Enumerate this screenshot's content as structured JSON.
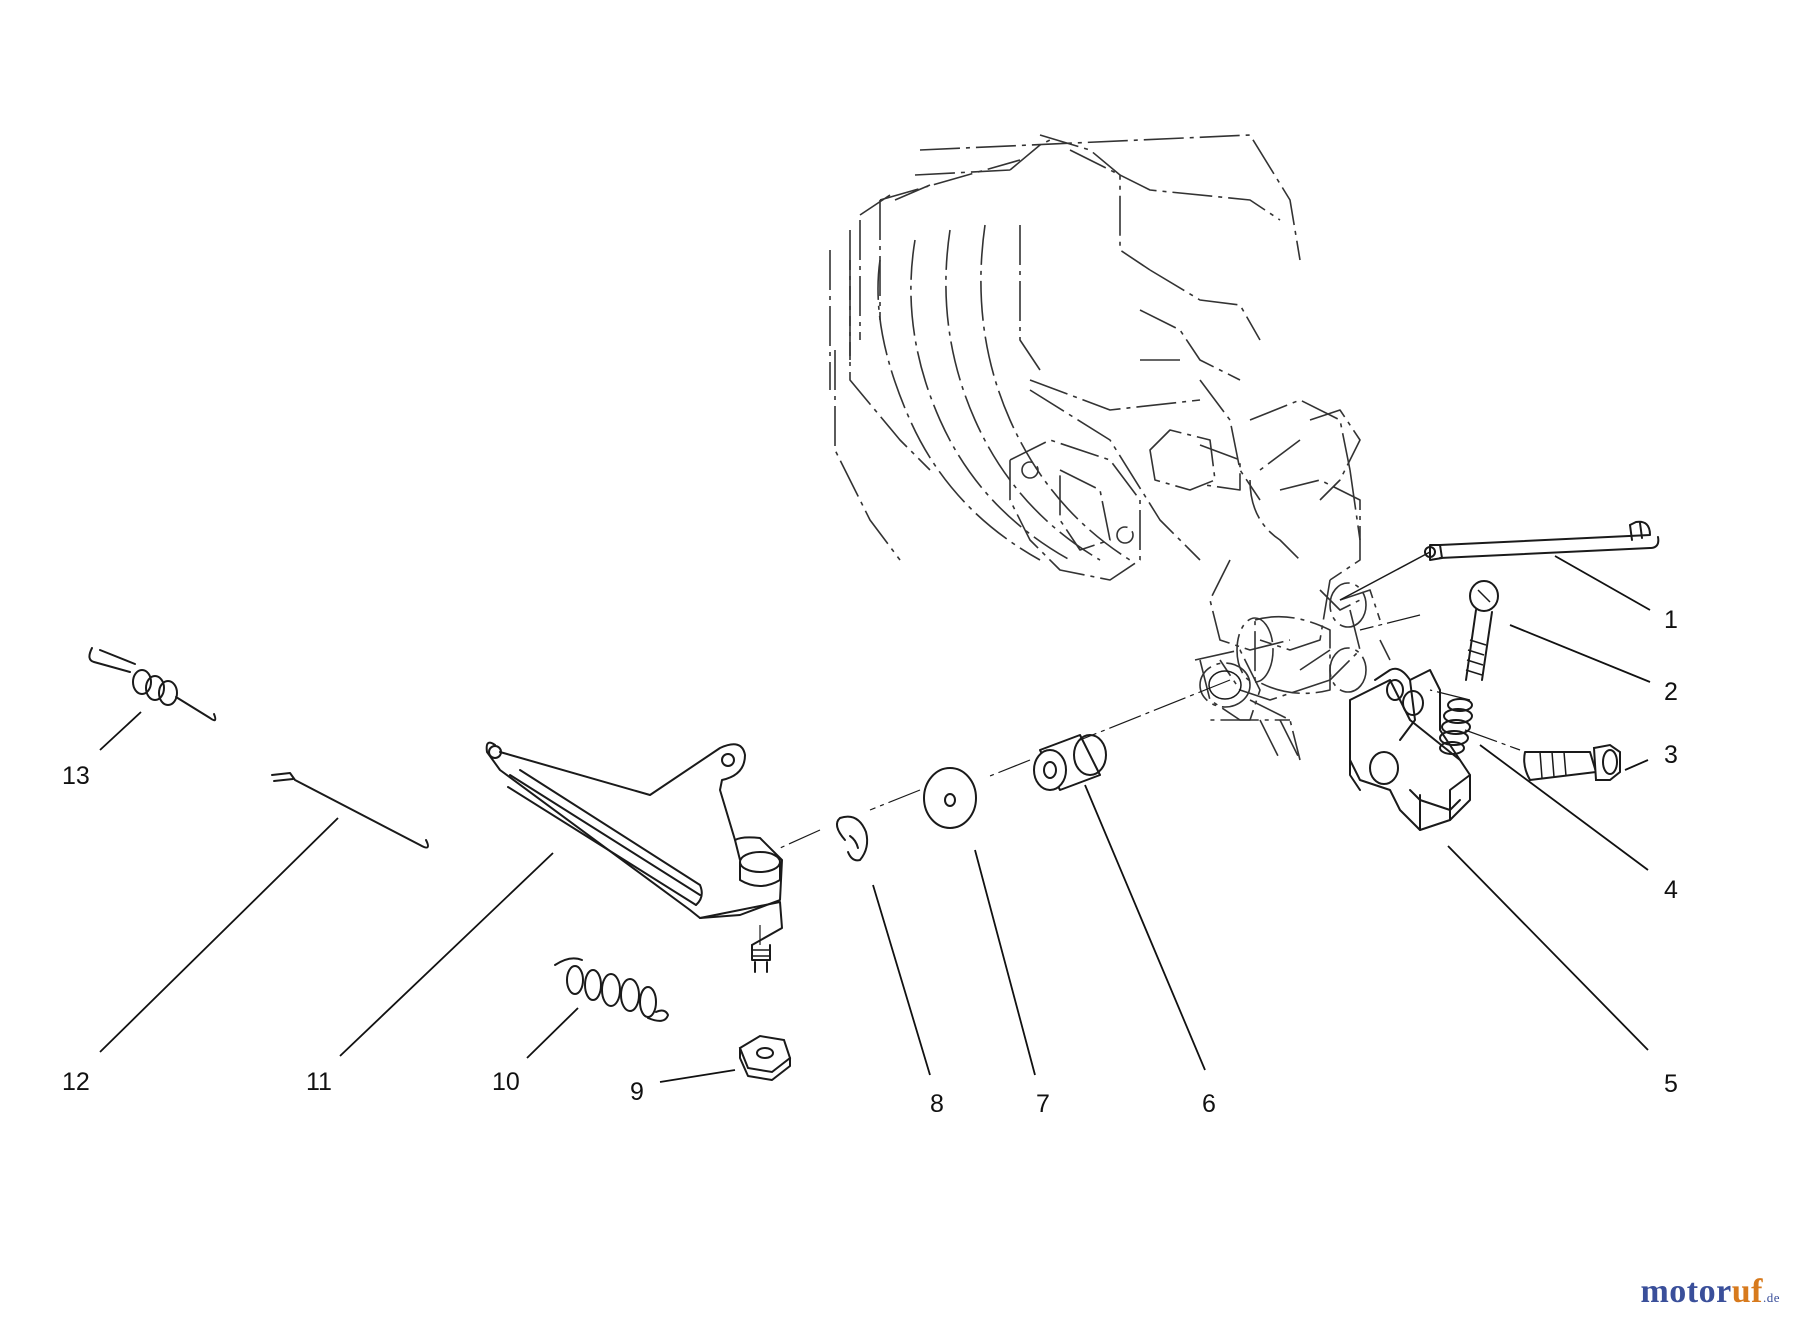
{
  "callouts": [
    {
      "id": "1",
      "label": "1"
    },
    {
      "id": "2",
      "label": "2"
    },
    {
      "id": "3",
      "label": "3"
    },
    {
      "id": "4",
      "label": "4"
    },
    {
      "id": "5",
      "label": "5"
    },
    {
      "id": "6",
      "label": "6"
    },
    {
      "id": "7",
      "label": "7"
    },
    {
      "id": "8",
      "label": "8"
    },
    {
      "id": "9",
      "label": "9"
    },
    {
      "id": "10",
      "label": "10"
    },
    {
      "id": "11",
      "label": "11"
    },
    {
      "id": "12",
      "label": "12"
    },
    {
      "id": "13",
      "label": "13"
    }
  ],
  "watermark": {
    "brand_a": "motor",
    "brand_b": "uf",
    "suffix": ".de"
  },
  "colors": {
    "line": "#1a1a1a",
    "watermark_blue": "#3a4f9a",
    "watermark_orange": "#d77a1d"
  }
}
